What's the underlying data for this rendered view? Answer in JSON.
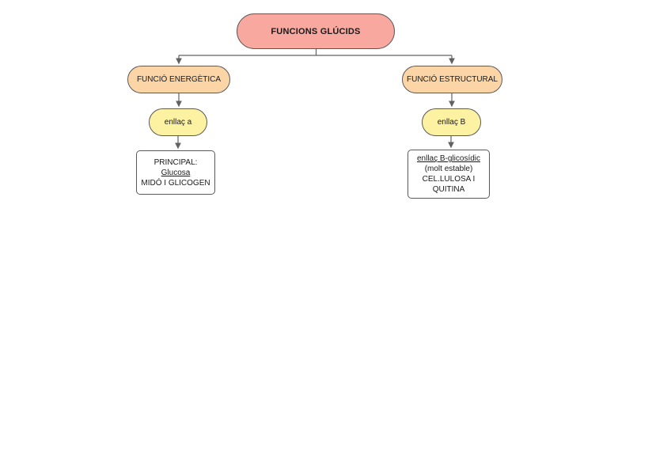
{
  "diagram": {
    "title": "FUNCIONS GLÚCIDS",
    "branches": [
      {
        "function": "FUNCIÓ ENERGÈTICA",
        "bond": "enllaç a",
        "details": [
          "PRINCIPAL:",
          "Glucosa",
          "MIDÓ I GLICOGEN"
        ]
      },
      {
        "function": "FUNCIÓ ESTRUCTURAL",
        "bond": "enllaç B",
        "details": [
          "enllaç B-glicosídic",
          "(molt estable)",
          "CEL.LULOSA I",
          "QUITINA"
        ]
      }
    ],
    "colors": {
      "root_fill": "#f9a8a0",
      "function_fill": "#fbd5a6",
      "bond_fill": "#fcf2a2",
      "box_fill": "#ffffff",
      "shape_border": "#595959",
      "connector": "#616161",
      "text": "#1a1a1a",
      "background": "#ffffff"
    }
  }
}
